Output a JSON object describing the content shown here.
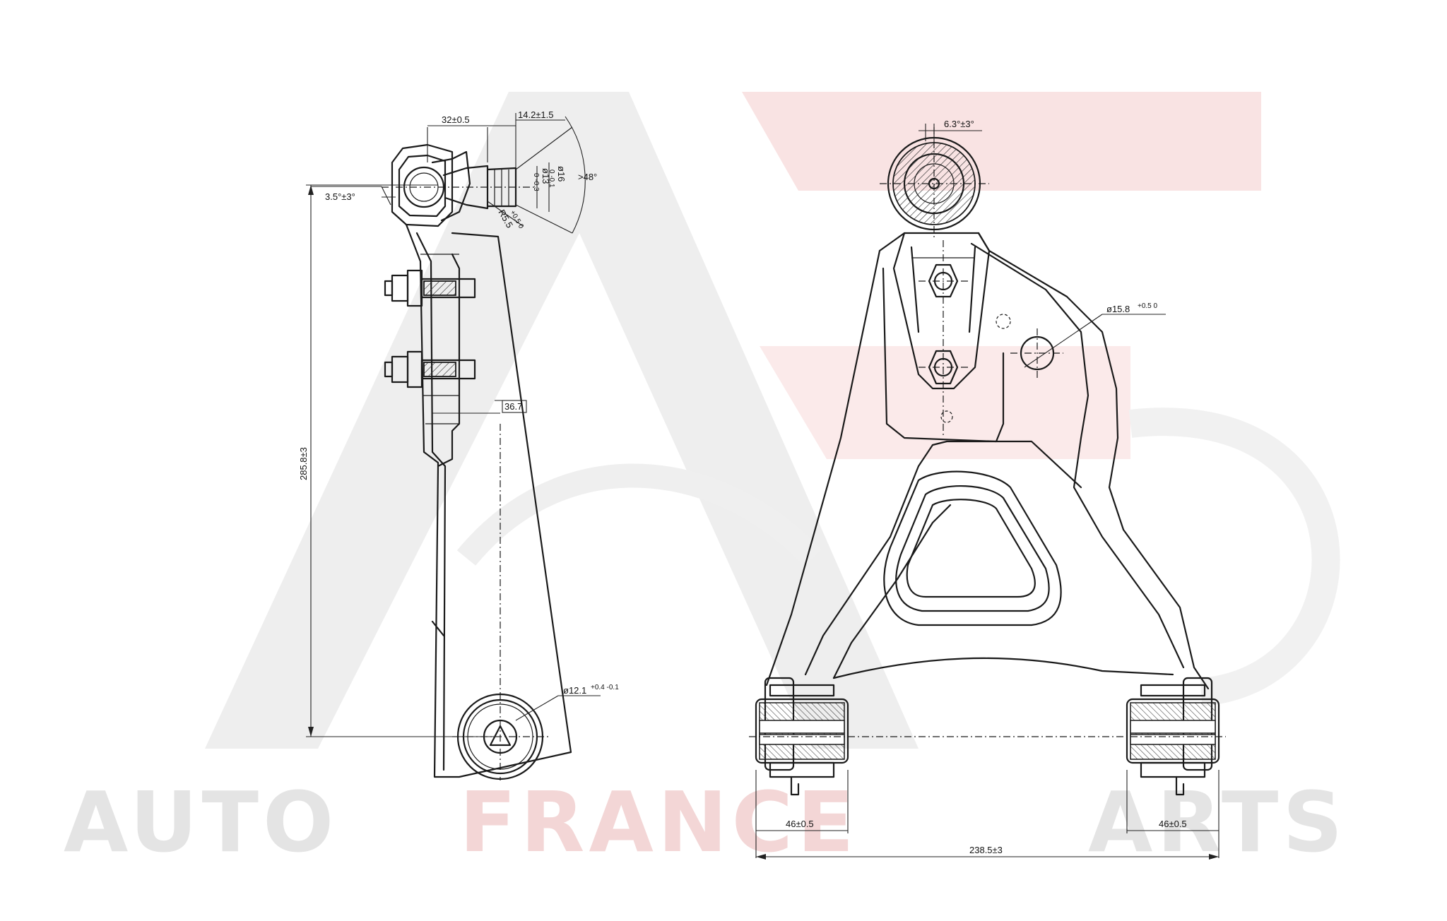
{
  "watermark": {
    "word1": "AUTO",
    "word2": "FRANCE",
    "word3": "ARTS",
    "gray": "#e6e6e6",
    "red": "#f7d8d8"
  },
  "side_view": {
    "dims": {
      "ball_offset": "32±0.5",
      "stud_length": "14.2±1.5",
      "tilt": "3.5°±3°",
      "stud_dia": "ø16",
      "stud_dia_tol": "0 -0.1",
      "thread_dia": "ø13",
      "thread_dia_tol": "0 -0.3",
      "radius": "R5.5",
      "radius_tol": "+0.5 0",
      "cone_angle": ">48°",
      "length": "285.8±3",
      "offset": "36.7",
      "bushing_bore": "ø12.1",
      "bushing_bore_tol": "+0.4 -0.1"
    }
  },
  "front_view": {
    "dims": {
      "ball_angle": "6.3°±3°",
      "hole_dia": "ø15.8",
      "hole_dia_tol": "+0.5 0",
      "bush_left": "46±0.5",
      "bush_right": "46±0.5",
      "overall_width": "238.5±3"
    }
  }
}
